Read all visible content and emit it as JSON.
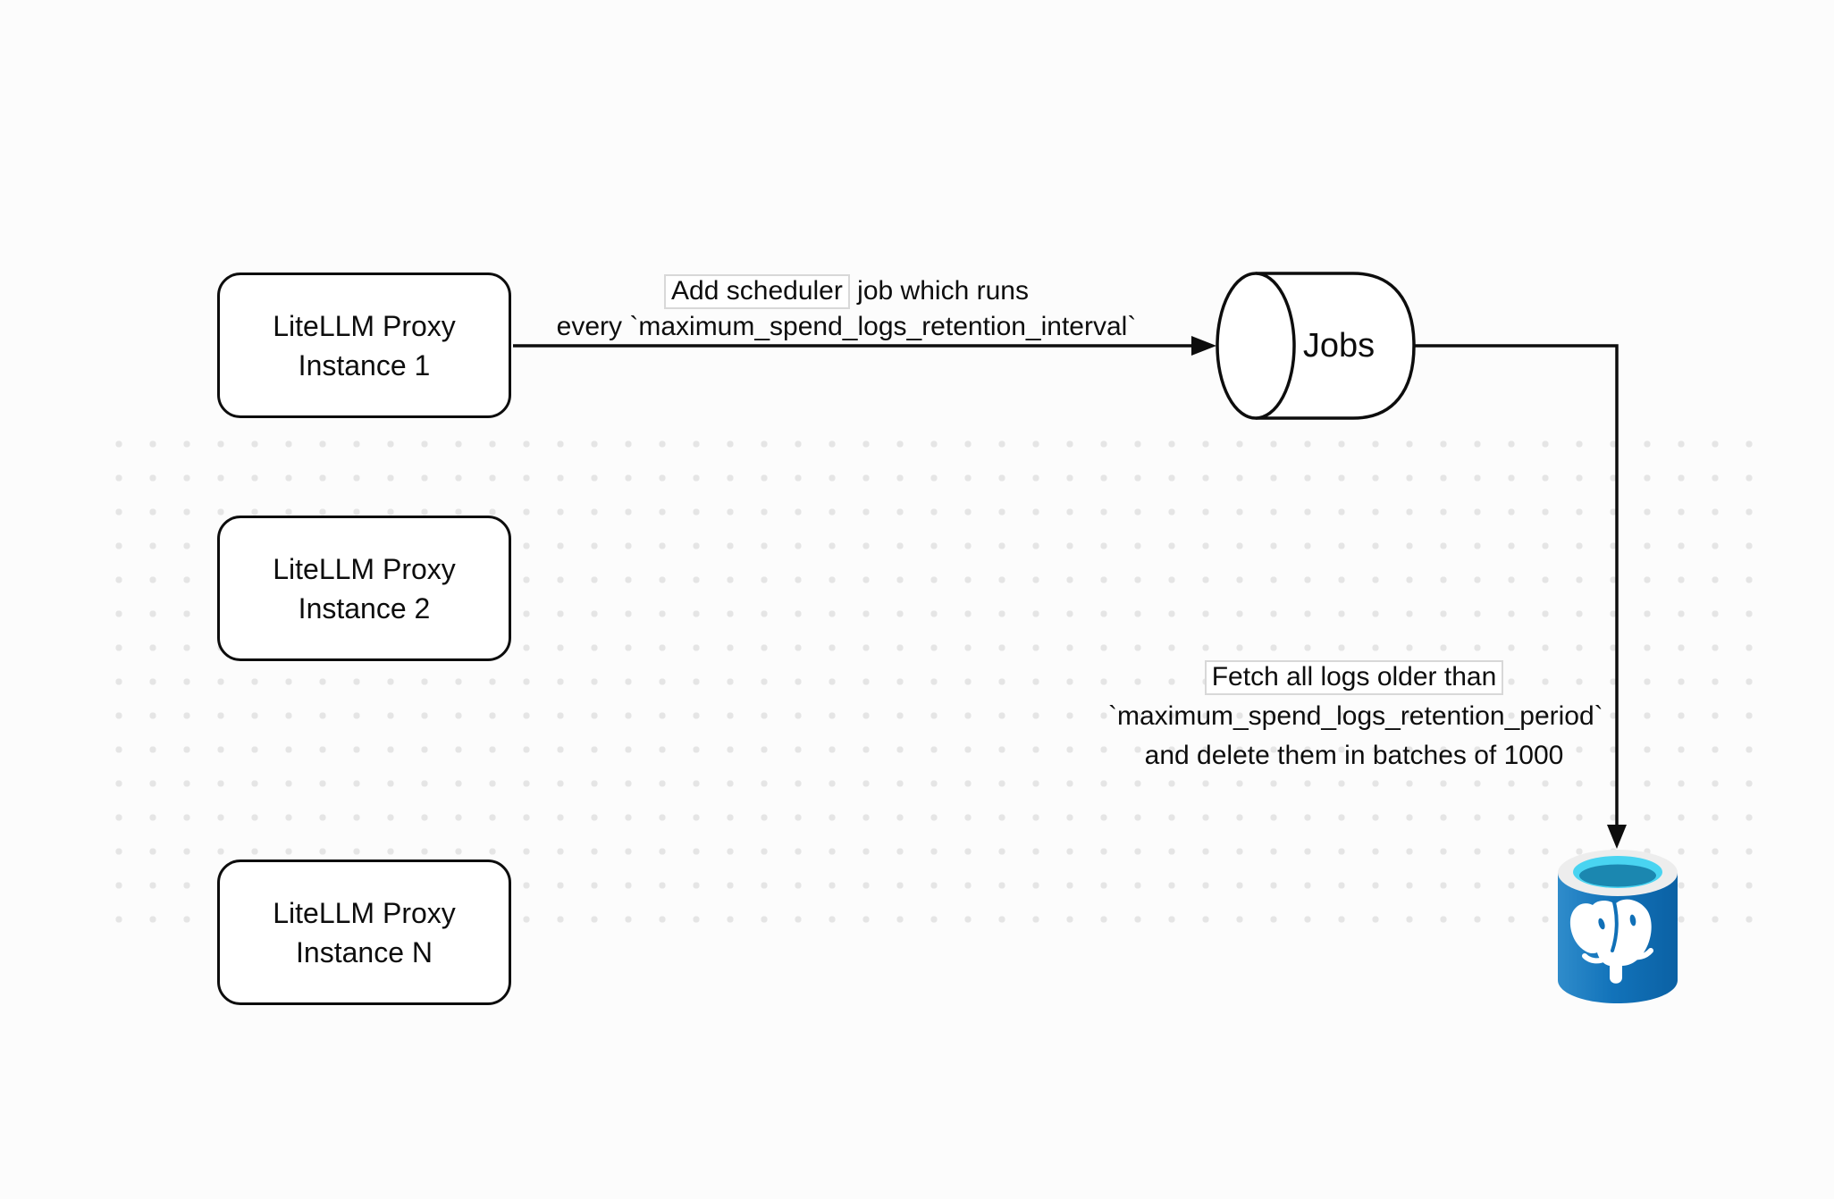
{
  "canvas": {
    "background": "#fcfcfc",
    "dot_color": "#e5e5e5",
    "stroke_color": "#0d0d0d"
  },
  "nodes": {
    "instance1": {
      "line1": "LiteLLM Proxy",
      "line2": "Instance 1"
    },
    "instance2": {
      "line1": "LiteLLM Proxy",
      "line2": "Instance 2"
    },
    "instance_n": {
      "line1": "LiteLLM Proxy",
      "line2": "Instance N"
    },
    "jobs": {
      "label": "Jobs"
    },
    "postgres": {
      "label": "PostgreSQL database",
      "body_color": "#1070b7",
      "rim_color": "#ededed",
      "water_color": "#49d4f1",
      "water_deep_color": "#1b87b0"
    }
  },
  "edges": {
    "add_scheduler": {
      "line1_boxed": "Add scheduler",
      "line1_rest": " job which runs",
      "line2": "every `maximum_spend_logs_retention_interval`"
    },
    "fetch_logs": {
      "line1": "Fetch all logs older than",
      "line2": "`maximum_spend_logs_retention_period`",
      "line3": "and delete them in batches of 1000"
    }
  }
}
